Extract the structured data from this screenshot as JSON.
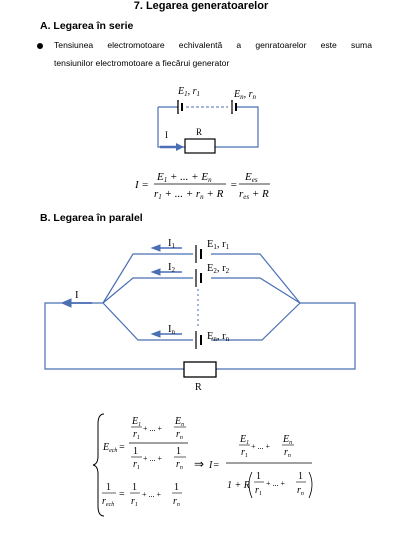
{
  "document": {
    "title": "7. Legarea generatoarelor",
    "section_a": {
      "heading": "A.  Legarea în serie",
      "bullet_line1": "Tensiunea electromotoare echivalentă a genratoarelor este suma",
      "bullet_line2": "tensiunilor electromotoare a fiecărui generator"
    },
    "section_b": {
      "heading": "B.  Legarea în paralel"
    }
  },
  "circuit_a": {
    "label_e1": "E",
    "label_e1_sub": "1",
    "label_r1": ", r",
    "label_r1_sub": "1",
    "label_en": "E",
    "label_en_sub": "n",
    "label_rn": ", r",
    "label_rn_sub": "n",
    "label_current": "I",
    "label_resistor": "R"
  },
  "formula_a": {
    "lhs": "I =",
    "num1": "E",
    "num1_sub": "1",
    "num1_rest": " + ... + E",
    "num1_rest_sub": "n",
    "den1": "r",
    "den1_sub": "1",
    "den1_rest": " + ... + r",
    "den1_rest_sub": "n",
    "den1_tail": " + R",
    "eq": "=",
    "num2": "E",
    "num2_sub": "es",
    "den2": "r",
    "den2_sub": "es",
    "den2_tail": " + R"
  },
  "circuit_b": {
    "i1": "I",
    "i1_sub": "1",
    "i2": "I",
    "i2_sub": "2",
    "in": "I",
    "in_sub": "n",
    "e1": "E",
    "e1_sub": "1",
    "e1_r": ", r",
    "e1_r_sub": "1",
    "e2": "E",
    "e2_sub": "2",
    "e2_r": ", r",
    "e2_r_sub": "2",
    "en": "E",
    "en_sub": "n",
    "en_r": ", r",
    "en_r_sub": "n",
    "main_current": "I",
    "resistor": "R"
  },
  "formula_b": {
    "e_ech": "E",
    "e_ech_sub": "ech",
    "eq": "=",
    "e1": "E",
    "e1_sub": "1",
    "r1": "r",
    "r1_sub": "1",
    "plus_dots_plus": "+ ... +",
    "en": "E",
    "en_sub": "n",
    "rn": "r",
    "rn_sub": "n",
    "one": "1",
    "implies": "⇒",
    "i": "I",
    "one_plus_r": "1 + R",
    "r_ech": "r",
    "r_ech_sub": "ech"
  }
}
